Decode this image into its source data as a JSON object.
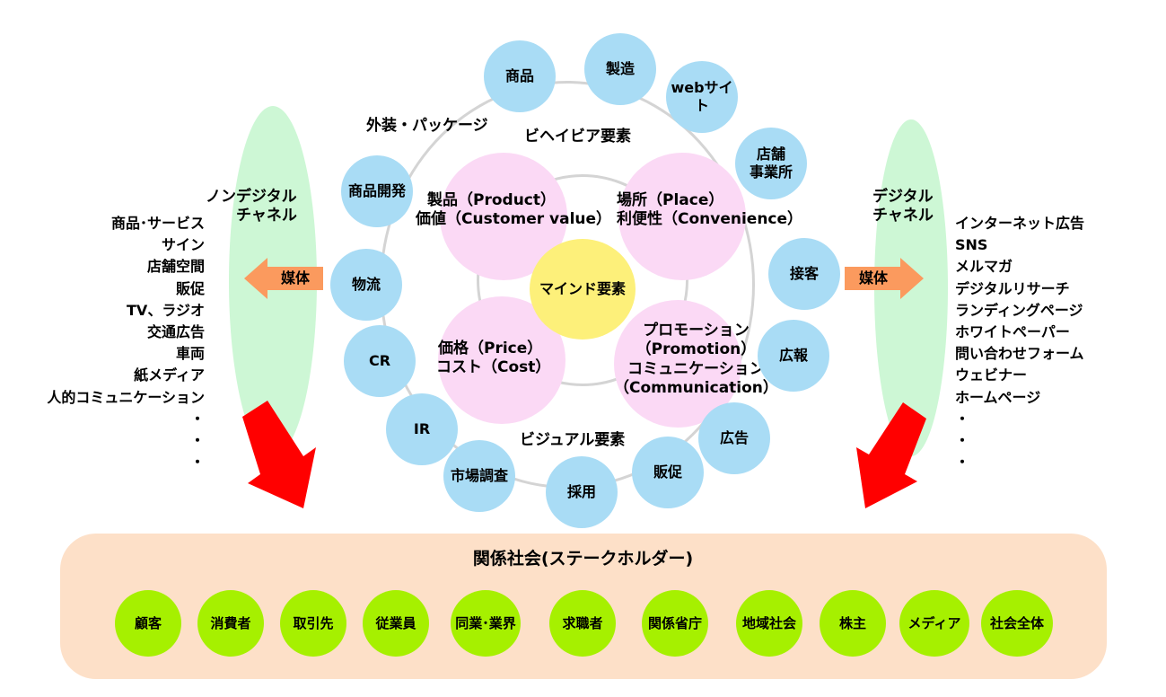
{
  "behavior_label": "ビヘイビア要素",
  "visual_label": "ビジュアル要素",
  "mind_label": "マインド要素",
  "quadrants": {
    "product": [
      "製品（Product）",
      "価値（Customer value）"
    ],
    "place": [
      "場所（Place）",
      "利便性（Convenience）"
    ],
    "price": [
      "価格（Price）",
      "コスト（Cost）"
    ],
    "promotion": [
      "プロモーション",
      "（Promotion）",
      "コミュニケーション",
      "（Communication）"
    ]
  },
  "touchpoints": {
    "shohin": "商品",
    "seizo": "製造",
    "website": "webサイト",
    "tenpo": [
      "店舗",
      "事業所"
    ],
    "sekkyaku": "接客",
    "koho": "広報",
    "kokoku": "広告",
    "hansoku": "販促",
    "saiyo": "採用",
    "shijo": "市場調査",
    "ir": "IR",
    "cr": "CR",
    "butsuryu": "物流",
    "kaihatsu": "商品開発",
    "package": "外装・パッケージ"
  },
  "left": {
    "title": [
      "ノンデジタル",
      "チャネル"
    ],
    "media": "媒体",
    "items": [
      "商品･サービス",
      "サイン",
      "店舗空間",
      "販促",
      "TV、ラジオ",
      "交通広告",
      "車両",
      "紙メディア",
      "人的コミュニケーション",
      "・",
      "・",
      "・"
    ]
  },
  "right": {
    "title": [
      "デジタル",
      "チャネル"
    ],
    "media": "媒体",
    "items": [
      "インターネット広告",
      "SNS",
      "メルマガ",
      "デジタルリサーチ",
      "ランディングページ",
      "ホワイトペーパー",
      "問い合わせフォーム",
      "ウェビナー",
      "ホームページ",
      "・",
      "・",
      "・"
    ]
  },
  "stakeholders": {
    "title": "関係社会(ステークホルダー)",
    "items": [
      "顧客",
      "消費者",
      "取引先",
      "従業員",
      "同業･業界",
      "求職者",
      "関係省庁",
      "地域社会",
      "株主",
      "メディア",
      "社会全体"
    ]
  },
  "colors": {
    "blue_circle": "#a9dcf5",
    "pink_circle": "#fbd9f5",
    "yellow_circle": "#fdf07a",
    "green_circle": "#a6f000",
    "channel_ellipse": "#cdf7d5",
    "stakeholder_panel": "#fde0c8",
    "media_arrow": "#fb9a5e",
    "flow_arrow": "#ff0000"
  }
}
